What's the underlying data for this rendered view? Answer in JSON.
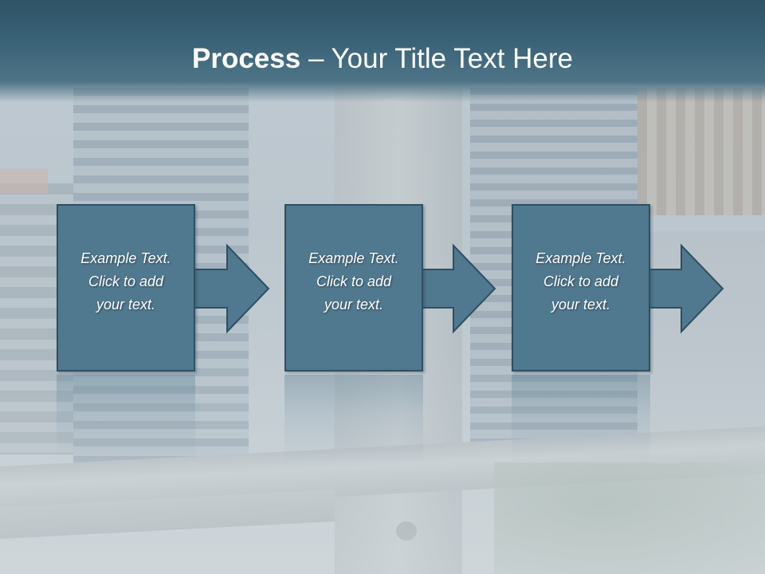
{
  "title": {
    "bold": "Process",
    "rest": " – Your Title Text Here"
  },
  "steps": [
    {
      "text": "Example Text.\nClick  to add\nyour text."
    },
    {
      "text": "Example Text.\nClick  to add\nyour text."
    },
    {
      "text": "Example Text.\nClick  to add\nyour text."
    }
  ],
  "colors": {
    "title_band": "#3c6479",
    "box_fill": "#50788e",
    "box_border": "#2f4f62",
    "text": "#ffffff"
  }
}
